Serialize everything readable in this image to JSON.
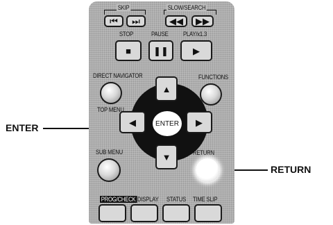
{
  "callouts": {
    "enter": "ENTER",
    "return": "RETURN"
  },
  "remote": {
    "skip": "SKIP",
    "slow_search": "SLOW/SEARCH",
    "stop": "STOP",
    "pause": "PAUSE",
    "play": "PLAY/x1.3",
    "direct_navigator": "DIRECT NAVIGATOR",
    "top_menu": "TOP MENU",
    "functions": "FUNCTIONS",
    "enter_center": "ENTER",
    "sub_menu": "SUB MENU",
    "return_btn": "RETURN",
    "bottom_buttons": [
      "PROG/CHECK",
      "DISPLAY",
      "STATUS",
      "TIME SLIP"
    ]
  }
}
